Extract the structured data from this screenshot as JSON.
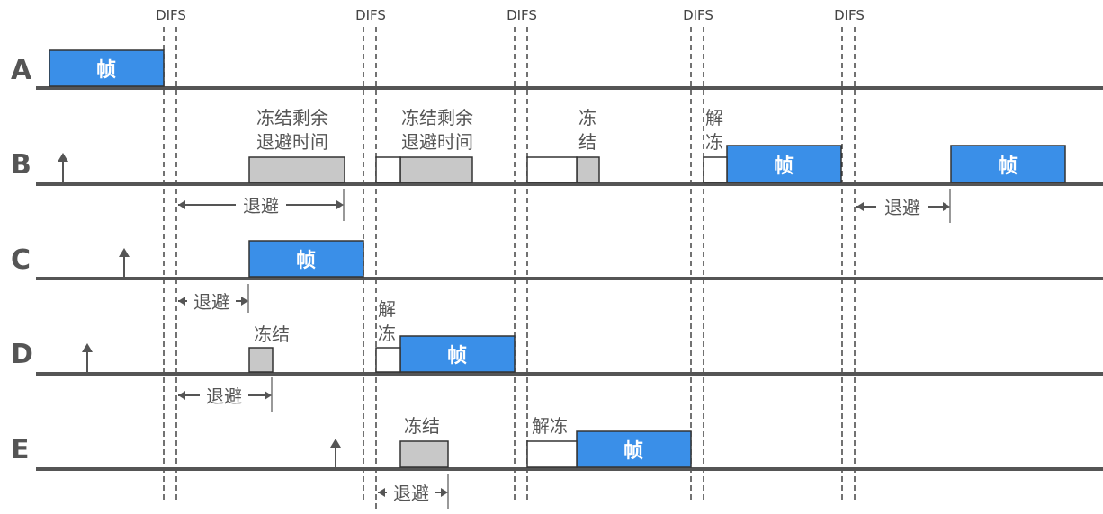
{
  "colors": {
    "timeline": "#555555",
    "guide": "#444444",
    "frame_fill": "#3a8fe8",
    "frame_stroke": "#333333",
    "frozen_fill": "#c8c8c8",
    "text": "#555555",
    "frame_text": "#ffffff"
  },
  "difs_label": "DIFS",
  "stations": [
    {
      "id": "A",
      "label": "A"
    },
    {
      "id": "B",
      "label": "B"
    },
    {
      "id": "C",
      "label": "C"
    },
    {
      "id": "D",
      "label": "D"
    },
    {
      "id": "E",
      "label": "E"
    }
  ],
  "frame_label": "帧",
  "backoff_label": "退避",
  "freeze_label": "冻结",
  "unfreeze_label": "解冻",
  "freeze_remaining_line1": "冻结剩余",
  "freeze_remaining_line2": "退避时间",
  "freeze_char1": "冻",
  "freeze_char2": "结",
  "unfreeze_char1": "解",
  "unfreeze_char2": "冻"
}
